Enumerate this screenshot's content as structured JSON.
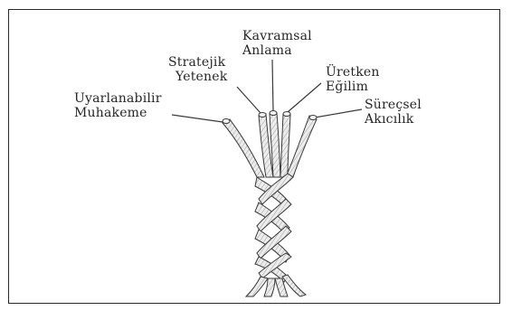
{
  "diagram": {
    "strands": [
      {
        "id": "uyarlanabilir",
        "line1": "Uyarlanabilir",
        "line2": "Muhakeme"
      },
      {
        "id": "stratejik",
        "line1": "Stratejik",
        "line2": "Yetenek"
      },
      {
        "id": "kavramsal",
        "line1": "Kavramsal",
        "line2": "Anlama"
      },
      {
        "id": "uretken",
        "line1": "Üretken",
        "line2": "Eğilim"
      },
      {
        "id": "surecsel",
        "line1": "Süreçsel",
        "line2": "Akıcılık"
      }
    ],
    "colors": {
      "frame": "#2a2a2a",
      "text": "#262626",
      "rope": "#d9d9d9",
      "rope_outline": "#3a3a3a"
    }
  }
}
